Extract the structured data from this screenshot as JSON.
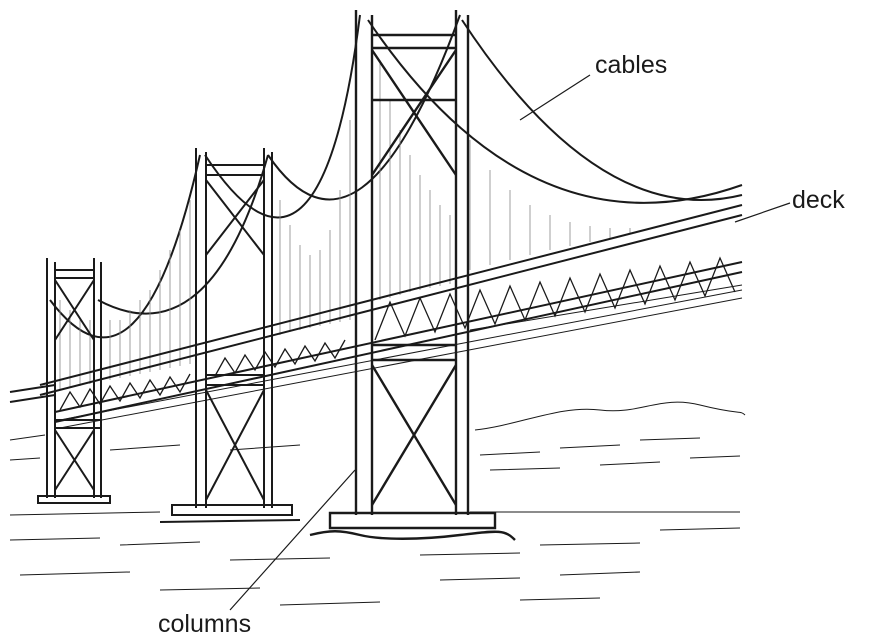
{
  "diagram": {
    "labels": {
      "cables": "cables",
      "deck": "deck",
      "columns": "columns"
    },
    "colors": {
      "ink": "#1a1a1a",
      "background": "#ffffff"
    }
  }
}
